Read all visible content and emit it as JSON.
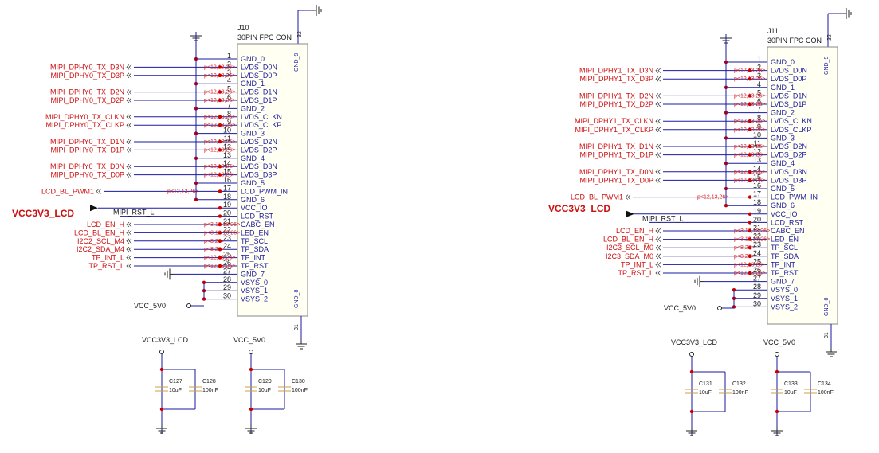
{
  "colors": {
    "wire_blue": "#1a1aa0",
    "net_red": "#cc1111",
    "body_fill": "#fffff2",
    "body_stroke": "#888888",
    "ref_red": "#dd2222",
    "text_dark": "#1a1a1a",
    "cap_gold": "#c8a040"
  },
  "connectors": [
    {
      "ref": "J10",
      "part": "30PIN FPC CON",
      "top_pin": "32",
      "bottom_pin": "31",
      "body_top_label": "GND_9",
      "body_bottom_label": "GND_8",
      "pins": [
        {
          "num": "1",
          "name": "GND_0",
          "net": "",
          "ref": ""
        },
        {
          "num": "2",
          "name": "LVDS_D0N",
          "net": "MIPI_DPHY0_TX_D3N",
          "ref": "p<12,13,26>"
        },
        {
          "num": "3",
          "name": "LVDS_D0P",
          "net": "MIPI_DPHY0_TX_D3P",
          "ref": "p<12,13,26>"
        },
        {
          "num": "4",
          "name": "GND_1",
          "net": "",
          "ref": ""
        },
        {
          "num": "5",
          "name": "LVDS_D1N",
          "net": "MIPI_DPHY0_TX_D2N",
          "ref": "p<12,13,26>"
        },
        {
          "num": "6",
          "name": "LVDS_D1P",
          "net": "MIPI_DPHY0_TX_D2P",
          "ref": "p<12,13,26>"
        },
        {
          "num": "7",
          "name": "GND_2",
          "net": "",
          "ref": ""
        },
        {
          "num": "8",
          "name": "LVDS_CLKN",
          "net": "MIPI_DPHY0_TX_CLKN",
          "ref": "p<12,13,26>"
        },
        {
          "num": "9",
          "name": "LVDS_CLKP",
          "net": "MIPI_DPHY0_TX_CLKP",
          "ref": "p<12,13,26>"
        },
        {
          "num": "10",
          "name": "GND_3",
          "net": "",
          "ref": ""
        },
        {
          "num": "11",
          "name": "LVDS_D2N",
          "net": "MIPI_DPHY0_TX_D1N",
          "ref": "p<12,13,26>"
        },
        {
          "num": "12",
          "name": "LVDS_D2P",
          "net": "MIPI_DPHY0_TX_D1P",
          "ref": "p<12,13,26>"
        },
        {
          "num": "13",
          "name": "GND_4",
          "net": "",
          "ref": ""
        },
        {
          "num": "14",
          "name": "LVDS_D3N",
          "net": "MIPI_DPHY0_TX_D0N",
          "ref": "p<12,13,26>"
        },
        {
          "num": "15",
          "name": "LVDS_D3P",
          "net": "MIPI_DPHY0_TX_D0P",
          "ref": "p<12,13,26>"
        },
        {
          "num": "16",
          "name": "GND_5",
          "net": "",
          "ref": ""
        },
        {
          "num": "17",
          "name": "LCD_PWM_IN",
          "net": "LCD_BL_PWM1",
          "ref": "p<12,13,26>"
        },
        {
          "num": "18",
          "name": "GND_6",
          "net": "",
          "ref": ""
        },
        {
          "num": "19",
          "name": "VCC_IO",
          "net": "",
          "ref": ""
        },
        {
          "num": "20",
          "name": "LCD_RST",
          "net": "MIPI_RST_L",
          "ref": ""
        },
        {
          "num": "21",
          "name": "CABC_EN",
          "net": "LCD_EN_H",
          "ref": "p<3,12,13,26>"
        },
        {
          "num": "22",
          "name": "LED_EN",
          "net": "LCD_BL_EN_H",
          "ref": "p<3,12,13,26>"
        },
        {
          "num": "23",
          "name": "TP_SCL",
          "net": "I2C2_SCL_M4",
          "ref": "p<8,26>"
        },
        {
          "num": "24",
          "name": "TP_SDA",
          "net": "I2C2_SDA_M4",
          "ref": "p<8,26>"
        },
        {
          "num": "25",
          "name": "TP_INT",
          "net": "TP_INT_L",
          "ref": "p<12,13,26>"
        },
        {
          "num": "26",
          "name": "TP_RST",
          "net": "TP_RST_L",
          "ref": "p<12,13,26>"
        },
        {
          "num": "27",
          "name": "GND_7",
          "net": "",
          "ref": ""
        },
        {
          "num": "28",
          "name": "VSYS_0",
          "net": "",
          "ref": ""
        },
        {
          "num": "29",
          "name": "VSYS_1",
          "net": "",
          "ref": ""
        },
        {
          "num": "30",
          "name": "VSYS_2",
          "net": "",
          "ref": ""
        }
      ],
      "power_label": "VCC3V3_LCD",
      "vcc_label": "VCC_5V0",
      "cap_groups": [
        {
          "rail": "VCC3V3_LCD",
          "caps": [
            {
              "ref": "C127",
              "value": "10uF"
            },
            {
              "ref": "C128",
              "value": "100nF"
            }
          ]
        },
        {
          "rail": "VCC_5V0",
          "caps": [
            {
              "ref": "C129",
              "value": "10uF"
            },
            {
              "ref": "C130",
              "value": "100nF"
            }
          ]
        }
      ]
    },
    {
      "ref": "J11",
      "part": "30PIN FPC CON",
      "top_pin": "32",
      "bottom_pin": "31",
      "body_top_label": "GND_9",
      "body_bottom_label": "GND_8",
      "pins": [
        {
          "num": "1",
          "name": "GND_0",
          "net": "",
          "ref": ""
        },
        {
          "num": "2",
          "name": "LVDS_D0N",
          "net": "MIPI_DPHY1_TX_D3N",
          "ref": "p<12,13,26>"
        },
        {
          "num": "3",
          "name": "LVDS_D0P",
          "net": "MIPI_DPHY1_TX_D3P",
          "ref": "p<12,13,26>"
        },
        {
          "num": "4",
          "name": "GND_1",
          "net": "",
          "ref": ""
        },
        {
          "num": "5",
          "name": "LVDS_D1N",
          "net": "MIPI_DPHY1_TX_D2N",
          "ref": "p<12,13,26>"
        },
        {
          "num": "6",
          "name": "LVDS_D1P",
          "net": "MIPI_DPHY1_TX_D2P",
          "ref": "p<12,13,26>"
        },
        {
          "num": "7",
          "name": "GND_2",
          "net": "",
          "ref": ""
        },
        {
          "num": "8",
          "name": "LVDS_CLKN",
          "net": "MIPI_DPHY1_TX_CLKN",
          "ref": "p<12,13,26>"
        },
        {
          "num": "9",
          "name": "LVDS_CLKP",
          "net": "MIPI_DPHY1_TX_CLKP",
          "ref": "p<12,13,26>"
        },
        {
          "num": "10",
          "name": "GND_3",
          "net": "",
          "ref": ""
        },
        {
          "num": "11",
          "name": "LVDS_D2N",
          "net": "MIPI_DPHY1_TX_D1N",
          "ref": "p<12,13,26>"
        },
        {
          "num": "12",
          "name": "LVDS_D2P",
          "net": "MIPI_DPHY1_TX_D1P",
          "ref": "p<12,13,26>"
        },
        {
          "num": "13",
          "name": "GND_4",
          "net": "",
          "ref": ""
        },
        {
          "num": "14",
          "name": "LVDS_D3N",
          "net": "MIPI_DPHY1_TX_D0N",
          "ref": "p<12,13,26>"
        },
        {
          "num": "15",
          "name": "LVDS_D3P",
          "net": "MIPI_DPHY1_TX_D0P",
          "ref": "p<12,13,26>"
        },
        {
          "num": "16",
          "name": "GND_5",
          "net": "",
          "ref": ""
        },
        {
          "num": "17",
          "name": "LCD_PWM_IN",
          "net": "LCD_BL_PWM1",
          "ref": "p<12,13,26>"
        },
        {
          "num": "18",
          "name": "GND_6",
          "net": "",
          "ref": ""
        },
        {
          "num": "19",
          "name": "VCC_IO",
          "net": "",
          "ref": ""
        },
        {
          "num": "20",
          "name": "LCD_RST",
          "net": "MIPI_RST_L",
          "ref": ""
        },
        {
          "num": "21",
          "name": "CABC_EN",
          "net": "LCD_EN_H",
          "ref": "p<3,12,13,26>"
        },
        {
          "num": "22",
          "name": "LED_EN",
          "net": "LCD_BL_EN_H",
          "ref": "p<3,12,13,26>"
        },
        {
          "num": "23",
          "name": "TP_SCL",
          "net": "I2C3_SCL_M0",
          "ref": "p<8,26>"
        },
        {
          "num": "24",
          "name": "TP_SDA",
          "net": "I2C3_SDA_M0",
          "ref": "p<8,26>"
        },
        {
          "num": "25",
          "name": "TP_INT",
          "net": "TP_INT_L",
          "ref": "p<12,13,26>"
        },
        {
          "num": "26",
          "name": "TP_RST",
          "net": "TP_RST_L",
          "ref": "p<12,13,26>"
        },
        {
          "num": "27",
          "name": "GND_7",
          "net": "",
          "ref": ""
        },
        {
          "num": "28",
          "name": "VSYS_0",
          "net": "",
          "ref": ""
        },
        {
          "num": "29",
          "name": "VSYS_1",
          "net": "",
          "ref": ""
        },
        {
          "num": "30",
          "name": "VSYS_2",
          "net": "",
          "ref": ""
        }
      ],
      "power_label": "VCC3V3_LCD",
      "vcc_label": "VCC_5V0",
      "cap_groups": [
        {
          "rail": "VCC3V3_LCD",
          "caps": [
            {
              "ref": "C131",
              "value": "10uF"
            },
            {
              "ref": "C132",
              "value": "100nF"
            }
          ]
        },
        {
          "rail": "VCC_5V0",
          "caps": [
            {
              "ref": "C133",
              "value": "10uF"
            },
            {
              "ref": "C134",
              "value": "100nF"
            }
          ]
        }
      ]
    }
  ]
}
